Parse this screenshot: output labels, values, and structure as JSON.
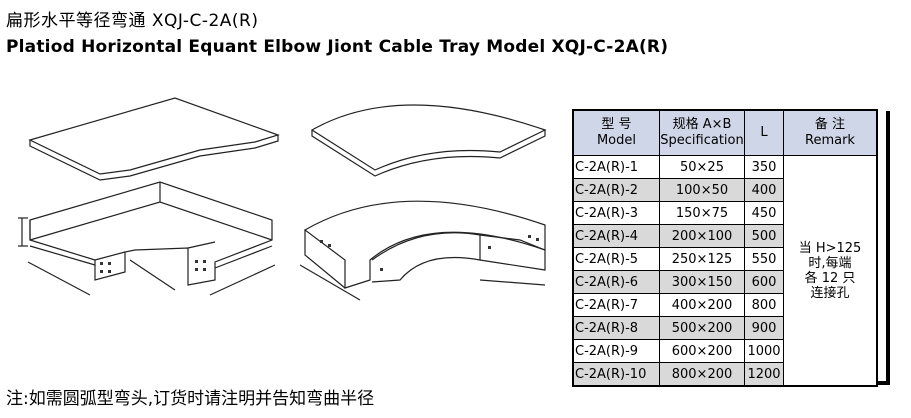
{
  "header": {
    "title_cn": "扁形水平等径弯通 XQJ-C-2A(R)",
    "title_en": "Platiod Horizontal Equant Elbow Jiont Cable Tray Model XQJ-C-2A(R)"
  },
  "table": {
    "headers": {
      "model_cn": "型  号",
      "model_en": "Model",
      "spec_cn": "规格 A×B",
      "spec_en": "Specification",
      "length": "L",
      "remark_cn": "备  注",
      "remark_en": "Remark"
    },
    "rows": [
      {
        "model": "C-2A(R)-1",
        "spec": "50×25",
        "length": "350"
      },
      {
        "model": "C-2A(R)-2",
        "spec": "100×50",
        "length": "400"
      },
      {
        "model": "C-2A(R)-3",
        "spec": "150×75",
        "length": "450"
      },
      {
        "model": "C-2A(R)-4",
        "spec": "200×100",
        "length": "500"
      },
      {
        "model": "C-2A(R)-5",
        "spec": "250×125",
        "length": "550"
      },
      {
        "model": "C-2A(R)-6",
        "spec": "300×150",
        "length": "600"
      },
      {
        "model": "C-2A(R)-7",
        "spec": "400×200",
        "length": "800"
      },
      {
        "model": "C-2A(R)-8",
        "spec": "500×200",
        "length": "900"
      },
      {
        "model": "C-2A(R)-9",
        "spec": "600×200",
        "length": "1000"
      },
      {
        "model": "C-2A(R)-10",
        "spec": "800×200",
        "length": "1200"
      }
    ],
    "remark_lines": [
      "当 H>125",
      "时,每端",
      "各 12 只",
      "连接孔"
    ],
    "shade_color": "#d9d9d9",
    "header_color": "#cfd6e8"
  },
  "footnote": "注:如需圆弧型弯头,订货时请注明并告知弯曲半径"
}
